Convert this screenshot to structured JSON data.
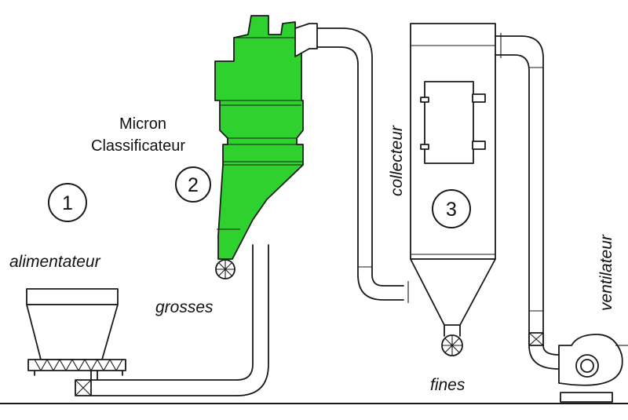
{
  "colors": {
    "classifier_fill": "#2ed12e",
    "line": "#1a1a1a",
    "background": "#ffffff"
  },
  "labels": {
    "classifier_line1": "Micron",
    "classifier_line2": "Classificateur",
    "feeder": "alimentateur",
    "coarse": "grosses",
    "collector": "collecteur",
    "fines": "fines",
    "fan": "ventilateur"
  },
  "numbers": {
    "feeder": "1",
    "classifier": "2",
    "collector": "3"
  }
}
